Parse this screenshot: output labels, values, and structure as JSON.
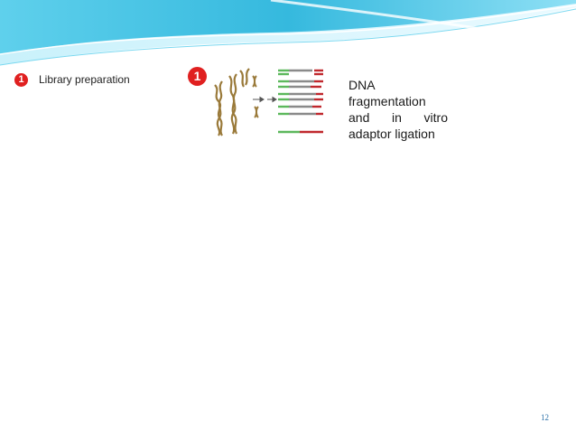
{
  "slide": {
    "step_number": "1",
    "step_label": "Library preparation",
    "figure_step_number": "1",
    "description_lines": [
      "DNA",
      "fragmentation",
      "and in vitro",
      "adaptor ligation"
    ],
    "page_number": "12"
  },
  "colors": {
    "badge_red": "#e02020",
    "wave_teal": "#3cc6e6",
    "wave_light": "#bfeefa",
    "strand_green": "#5cb85c",
    "strand_red": "#c0282d",
    "strand_gray": "#8a8a8a",
    "page_number_blue": "#2a6fa8"
  }
}
